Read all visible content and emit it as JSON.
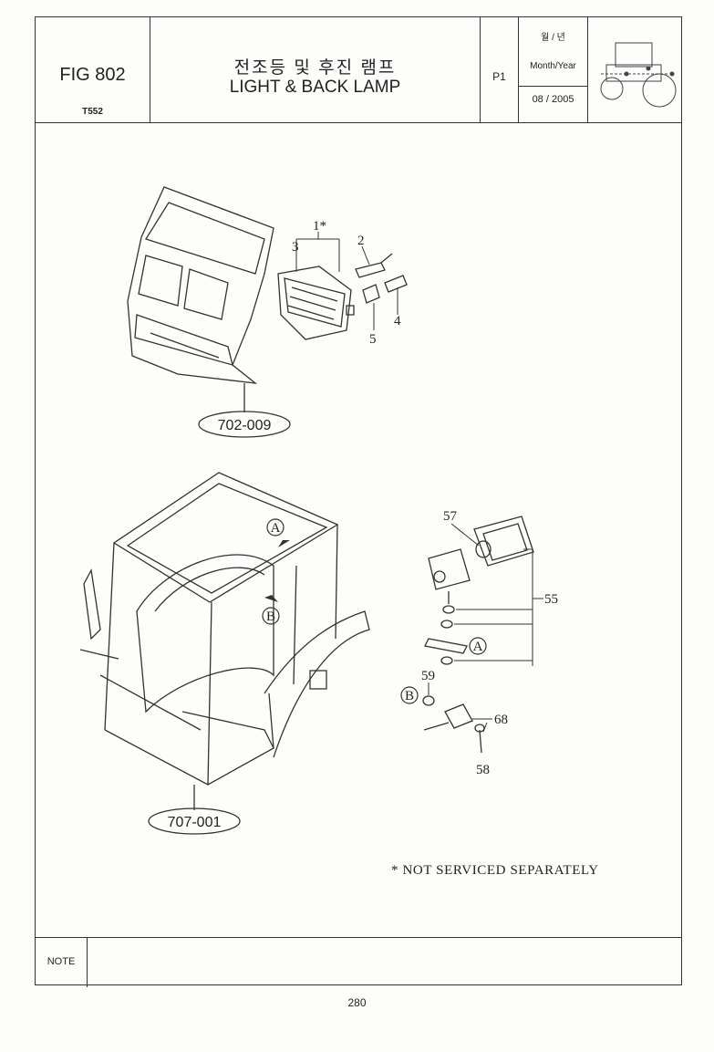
{
  "header": {
    "fig_label": "FIG 802",
    "model": "T552",
    "title_ko": "전조등 및 후진 램프",
    "title_en": "LIGHT & BACK LAMP",
    "page_code": "P1",
    "date_ko": "월 / 년",
    "date_en": "Month/Year",
    "date_value": "08 / 2005"
  },
  "diagram1": {
    "ref": "702-009",
    "callouts": [
      "1*",
      "2",
      "3",
      "4",
      "5"
    ]
  },
  "diagram2": {
    "ref": "707-001",
    "callouts": [
      "57",
      "55",
      "59",
      "68",
      "58"
    ],
    "markers": [
      "A",
      "B"
    ]
  },
  "footnote": "* NOT SERVICED SEPARATELY",
  "note_label": "NOTE",
  "page_number": "280"
}
